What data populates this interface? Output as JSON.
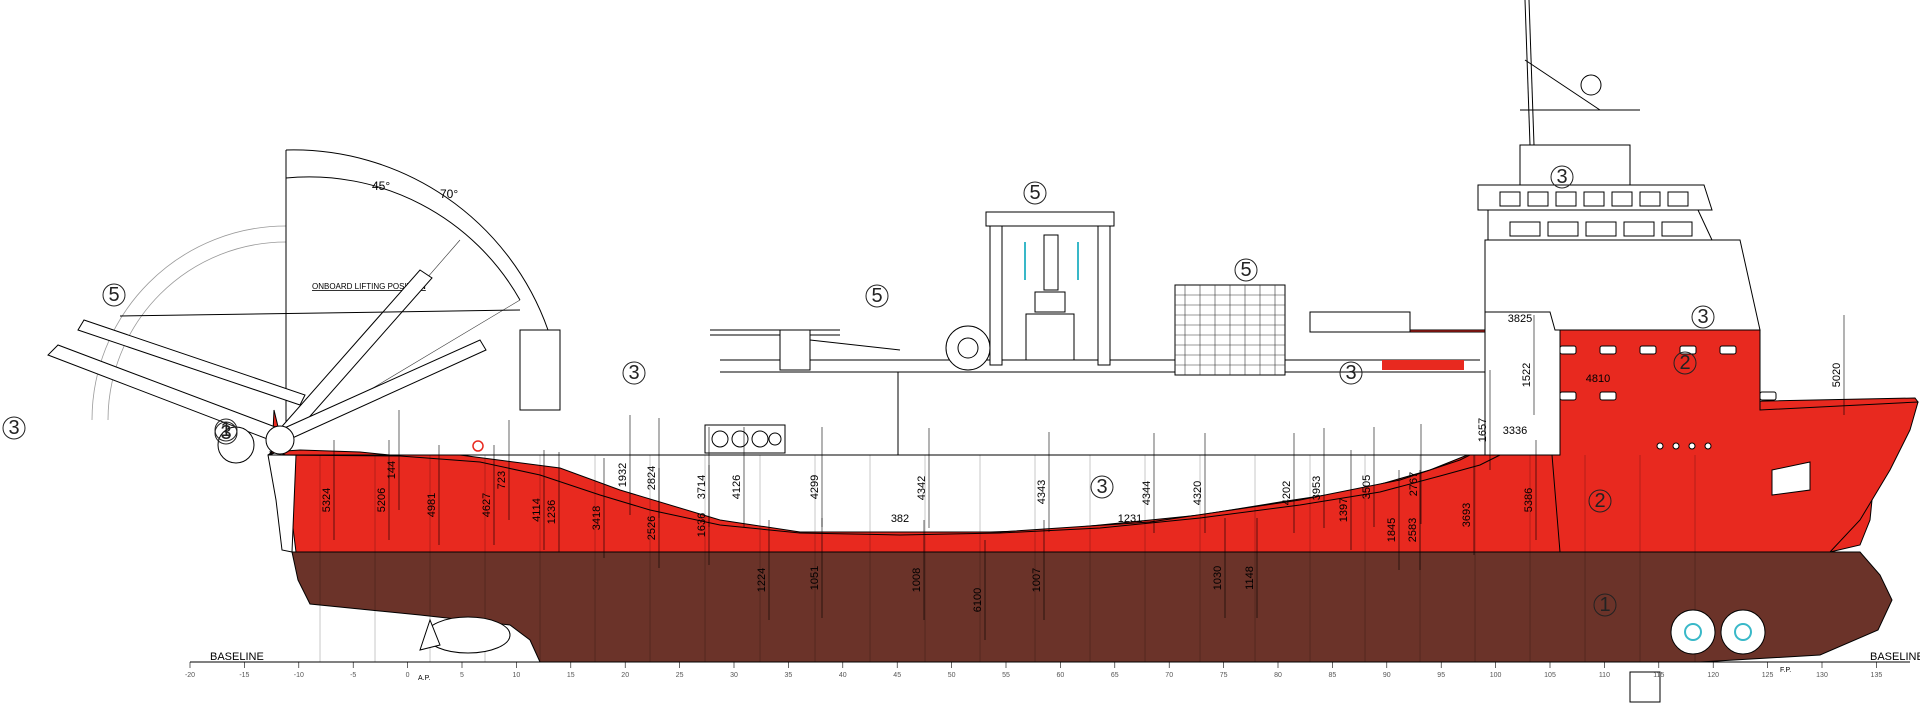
{
  "colors": {
    "hull_red": "#e8291f",
    "hull_brown": "#6b3329",
    "superstructure": "#ffffff",
    "line": "#000000",
    "detail_cyan": "#39b8c8"
  },
  "labels": {
    "baseline_left": "BASELINE",
    "baseline_right": "BASELINE",
    "ap": "A.P.",
    "fp": "F.P.",
    "onboard_lifting": "ONBOARD LIFTING POSITION",
    "angle_45": "45°",
    "angle_70": "70°"
  },
  "zone_markers": [
    {
      "id": "3",
      "label": "3"
    },
    {
      "id": "5",
      "label": "5"
    },
    {
      "id": "3",
      "label": "3"
    },
    {
      "id": "1",
      "label": "1"
    },
    {
      "id": "3",
      "label": "3"
    },
    {
      "id": "5",
      "label": "5"
    },
    {
      "id": "5",
      "label": "5"
    },
    {
      "id": "5",
      "label": "5"
    },
    {
      "id": "3",
      "label": "3"
    },
    {
      "id": "3",
      "label": "3"
    },
    {
      "id": "2",
      "label": "2"
    },
    {
      "id": "3",
      "label": "3"
    },
    {
      "id": "3",
      "label": "3"
    },
    {
      "id": "2",
      "label": "2"
    },
    {
      "id": "1",
      "label": "1"
    }
  ],
  "dimensions": {
    "vertical": [
      "5324",
      "5206",
      "144",
      "4981",
      "4627",
      "723",
      "4114",
      "1236",
      "3418",
      "1932",
      "2526",
      "2824",
      "3714",
      "1636",
      "4126",
      "1224",
      "4299",
      "1051",
      "1008",
      "4342",
      "6100",
      "1007",
      "4343",
      "4344",
      "4320",
      "1030",
      "1148",
      "4202",
      "3953",
      "1397",
      "3505",
      "1845",
      "2767",
      "2583",
      "3693",
      "5386",
      "1657",
      "1522",
      "5020"
    ],
    "horizontal": [
      "382",
      "1231",
      "3825",
      "4810",
      "3336"
    ]
  },
  "frame_scale": [
    "-20",
    "-15",
    "-10",
    "-5",
    "0",
    "5",
    "10",
    "15",
    "20",
    "25",
    "30",
    "35",
    "40",
    "45",
    "50",
    "55",
    "60",
    "65",
    "70",
    "75",
    "80",
    "85",
    "90",
    "95",
    "100",
    "105",
    "110",
    "115",
    "120",
    "125",
    "130",
    "135"
  ]
}
